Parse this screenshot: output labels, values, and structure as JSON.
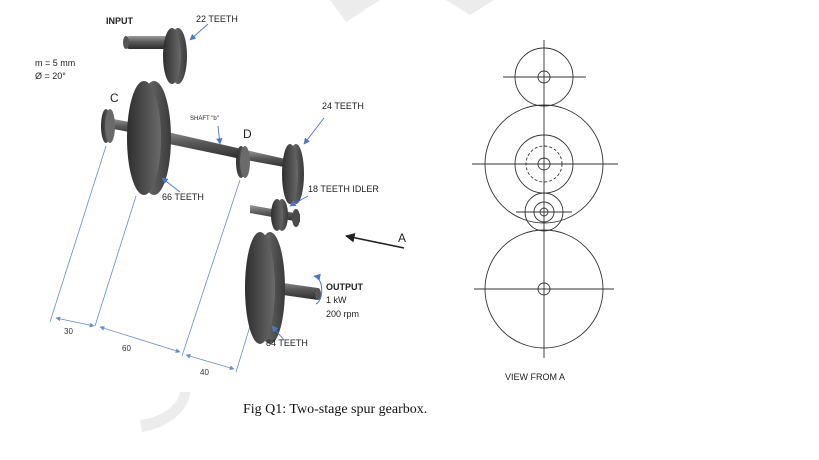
{
  "labels": {
    "input": "INPUT",
    "t22": "22 TEETH",
    "module": "m = 5 mm",
    "pressure": "Ø = 20°",
    "c": "C",
    "shaft_b": "SHAFT \"b\"",
    "d": "D",
    "t24": "24 TEETH",
    "t66": "66 TEETH",
    "idler": "18 TEETH IDLER",
    "a": "A",
    "output": "OUTPUT",
    "power": "1 kW",
    "speed": "200 rpm",
    "t84": "84 TEETH",
    "d30": "30",
    "d60": "60",
    "d40": "40",
    "view": "VIEW FROM A"
  },
  "caption": "Fig Q1: Two-stage spur gearbox.",
  "colors": {
    "gear_dark": "#3c3c3c",
    "gear_mid": "#7a7a7a",
    "dimension": "#6a8cc8",
    "arrow": "#4a78c8"
  }
}
